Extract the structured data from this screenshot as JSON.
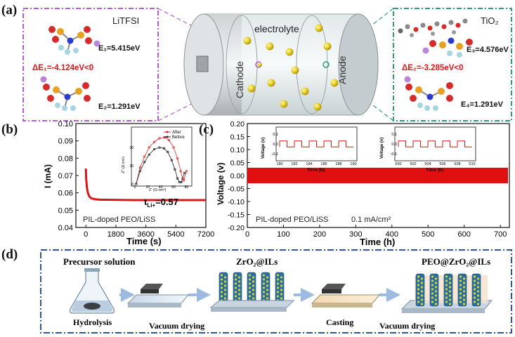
{
  "panel_labels": {
    "a": "(a)",
    "b": "(b)",
    "c": "(c)",
    "d": "(d)"
  },
  "panel_a": {
    "left": {
      "title": "LiTFSI",
      "E1": "E₁=5.415eV",
      "dE": "ΔE₁=-4.124eV<0",
      "E2": "E₂=1.291eV"
    },
    "center": {
      "electrolyte": "electrolyte",
      "cathode": "Cathode",
      "anode": "Anode"
    },
    "right": {
      "title": "TiO₂",
      "E3": "E₃=4.576eV",
      "dE": "ΔE₂=-3.285eV<0",
      "E4": "E₄=1.291eV"
    },
    "colors": {
      "left_border": "#b15fcf",
      "right_border": "#2e9a7e",
      "highlight": "#e0161b",
      "particle": "#e8d12a"
    }
  },
  "chart_data": [
    {
      "id": "b",
      "type": "line",
      "xlabel": "Time (s)",
      "ylabel": "I (mA)",
      "xticks": [
        "0",
        "1800",
        "3600",
        "5400",
        "7200"
      ],
      "yticks": [
        "0.04",
        "0.05",
        "0.06",
        "0.07",
        "0.08",
        "0.09",
        "0.10"
      ],
      "xlim": [
        -600,
        7200
      ],
      "ylim": [
        0.04,
        0.1
      ],
      "series": [
        {
          "x": [
            0,
            20,
            60,
            120,
            200,
            300,
            450,
            650,
            900,
            1300,
            2000,
            3000,
            4500,
            6000,
            7200
          ],
          "y": [
            0.074,
            0.068,
            0.063,
            0.06,
            0.058,
            0.057,
            0.0565,
            0.0562,
            0.056,
            0.056,
            0.0559,
            0.0558,
            0.0558,
            0.0558,
            0.0558
          ]
        }
      ],
      "annotation_t": "t",
      "annotation_sub": "Li+",
      "annotation_val": "=0.57",
      "caption": "PIL-doped PEO/LiSS",
      "inset": {
        "xlabel": "Z' (Ω cm²)",
        "ylabel": "-Z'' (Ω cm²)",
        "xticks": [
          "0",
          "20",
          "40",
          "60",
          "80"
        ],
        "yticks": [
          "0",
          "10",
          "20"
        ],
        "legend": [
          "After",
          "Before"
        ],
        "series": [
          {
            "name": "After",
            "x": [
              2,
              8,
              15,
              22,
              30,
              38,
              46,
              53,
              60,
              66,
              71,
              74,
              76,
              80
            ],
            "y": [
              0,
              9,
              15,
              20,
              23,
              25,
              25.5,
              24,
              20,
              14,
              7,
              3,
              2,
              7
            ]
          },
          {
            "name": "Before",
            "x": [
              2,
              8,
              15,
              22,
              30,
              38,
              45,
              51,
              57,
              62,
              66,
              69,
              72,
              77
            ],
            "y": [
              0,
              7,
              12,
              16,
              19,
              20,
              19.5,
              17.5,
              13,
              8,
              3,
              1,
              1,
              6
            ]
          }
        ]
      }
    },
    {
      "id": "c",
      "type": "line",
      "xlabel": "Time (h)",
      "ylabel": "Voltage (v)",
      "xticks": [
        "0",
        "100",
        "200",
        "300",
        "400",
        "500",
        "600",
        "700"
      ],
      "yticks": [
        "-0.20",
        "-0.15",
        "-0.10",
        "-0.05",
        "0.00",
        "0.05",
        "0.10",
        "0.15",
        "0.20"
      ],
      "xlim": [
        0,
        725
      ],
      "ylim": [
        -0.2,
        0.2
      ],
      "band": [
        -0.03,
        0.03
      ],
      "caption": "PIL-doped PEO/LiSS",
      "current": "0.1 mA/cm²",
      "insets": [
        {
          "xlabel": "Time (h)",
          "ylabel": "Voltage (v)",
          "xticks": [
            "180",
            "182",
            "184",
            "186",
            "188",
            "190"
          ],
          "yticks": [
            "-0.1",
            "0.0",
            "0.1"
          ],
          "range": [
            180,
            190
          ]
        },
        {
          "xlabel": "Time (h)",
          "ylabel": "Voltage (v)",
          "xticks": [
            "500",
            "502",
            "504",
            "506",
            "508",
            "510"
          ],
          "yticks": [
            "-0.1",
            "0.0",
            "0.1"
          ],
          "range": [
            500,
            510
          ]
        }
      ]
    }
  ],
  "panel_d": {
    "precursor": "Precursor solution",
    "zro2": "ZrO₂@ILs",
    "peo": "PEO@ZrO₂@ILs",
    "hydrolysis": "Hydrolysis",
    "vacuum1": "Vacuum drying",
    "casting": "Casting",
    "vacuum2": "Vacuum drying",
    "border_color": "#2d55a3"
  }
}
